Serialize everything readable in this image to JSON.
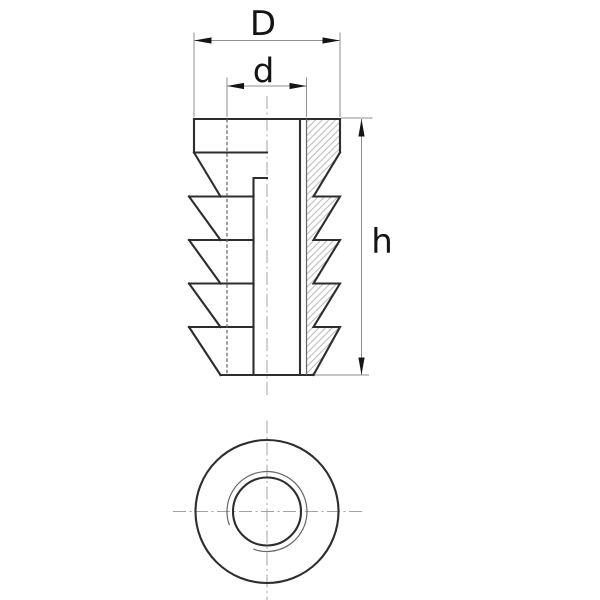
{
  "drawing": {
    "dimension_labels": {
      "outer_diameter": "D",
      "thread_diameter": "d",
      "height": "h"
    },
    "colors": {
      "background": "#ffffff",
      "outline": "#2d2d2d",
      "thin_line": "#666666",
      "hidden_line": "#606060",
      "dimension_line": "#8f8f8f",
      "centerline": "#a3a3a3",
      "hatch": "#b7b7b7",
      "text": "#141414"
    }
  }
}
